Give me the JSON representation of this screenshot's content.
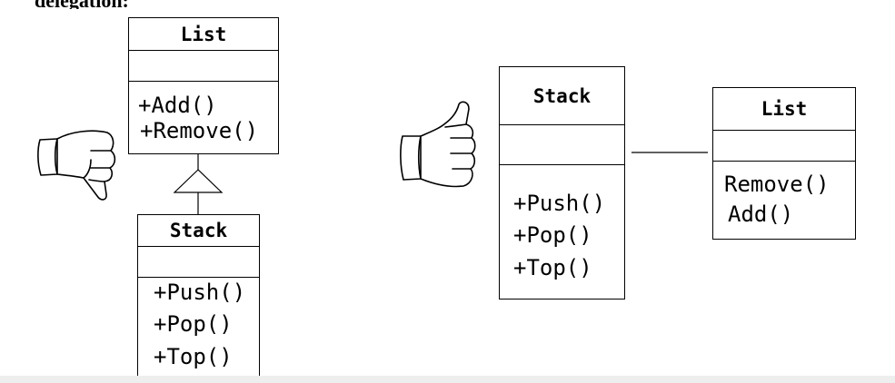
{
  "top_text": "delegation:",
  "left_diagram": {
    "list_class": {
      "name": "List",
      "operations": [
        "+Add()",
        "+Remove()"
      ]
    },
    "stack_class": {
      "name": "Stack",
      "operations": [
        "+Push()",
        "+Pop()",
        "+Top()"
      ]
    },
    "relationship": "inheritance",
    "verdict_icon": "thumbs-down-icon"
  },
  "right_diagram": {
    "stack_class": {
      "name": "Stack",
      "operations": [
        "+Push()",
        "+Pop()",
        "+Top()"
      ]
    },
    "list_class": {
      "name": "List",
      "operations": [
        "Remove()",
        "Add()"
      ]
    },
    "relationship": "association",
    "verdict_icon": "thumbs-up-icon"
  }
}
